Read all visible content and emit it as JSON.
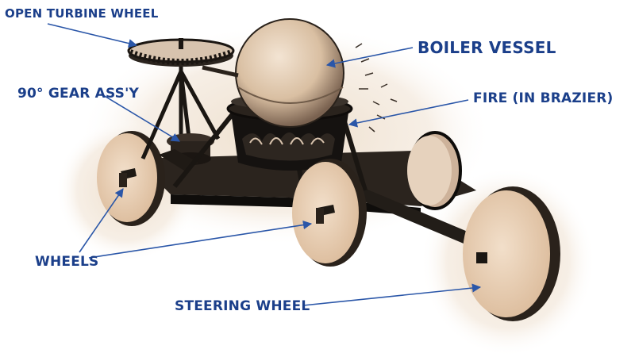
{
  "labels": {
    "turbine": "OPEN TURBINE WHEEL",
    "boiler": "BOILER VESSEL",
    "gear": "90° GEAR ASS'Y",
    "fire": "FIRE (IN BRAZIER)",
    "wheels": "WHEELS",
    "steering": "STEERING WHEEL"
  },
  "colors": {
    "label": "#1b3f8a",
    "arrow": "#2a56a8",
    "ink": "#161310",
    "wheel_fill": "#e8cdb0",
    "sphere_fill": "#e2cbb2",
    "halo": "#ead9c5"
  }
}
